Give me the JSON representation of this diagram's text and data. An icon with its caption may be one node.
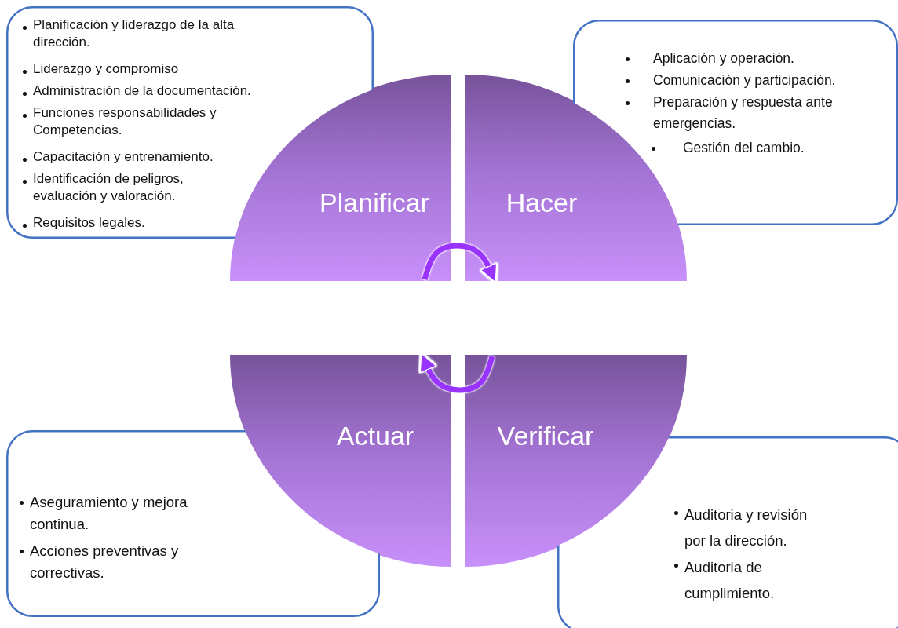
{
  "diagram": {
    "nodes": [
      {
        "text": [
          "Planificación y liderazgo de la alta dirección.",
          "Liderazgo y compromiso",
          "Administración de la documentación.",
          "Funciones responsabilidades y Competencias.",
          "Capacitación y entrenamiento.",
          "Identificación de peligros, evaluación y valoración.",
          "Requisitos legales."
        ]
      },
      {
        "text": [
          "Aplicación y operación.",
          "Comunicación y participación.",
          "Preparación y respuesta ante emergencias.",
          "Gestión del cambio."
        ]
      },
      {
        "text": [
          "Planificar"
        ]
      },
      {
        "text": [
          "Hacer"
        ]
      },
      {
        "text": [
          "Actuar"
        ]
      },
      {
        "text": [
          "Verificar"
        ]
      },
      {
        "text": [
          "Aseguramiento y mejora continua.",
          "Acciones preventivas y correctivas."
        ]
      },
      {
        "text": [
          "Auditoria y revisión por la dirección.",
          "Auditoria de cumplimiento."
        ]
      }
    ],
    "edges": [
      {
        "from": 2,
        "to": 3,
        "arrow": "to"
      },
      {
        "from": 5,
        "to": 4,
        "arrow": "to"
      }
    ]
  }
}
